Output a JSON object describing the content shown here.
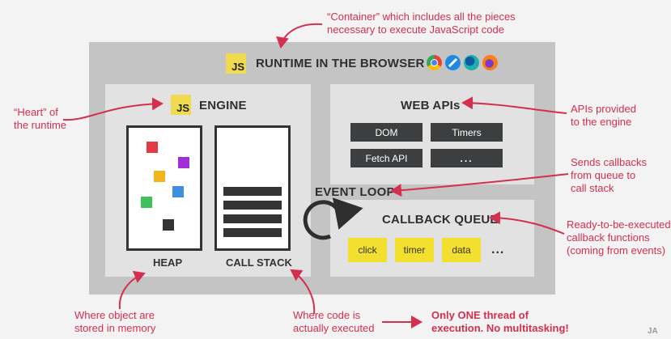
{
  "colors": {
    "accent": "#d32f4f",
    "js_yellow": "#f0db4f",
    "api_box": "#3c3e40",
    "queue_item": "#f3df2e"
  },
  "annotations": {
    "container_line1": "“Container” which includes all the pieces",
    "container_line2": "necessary to execute JavaScript code",
    "heart_line1": "“Heart” of",
    "heart_line2": "the runtime",
    "apis_line1": "APIs provided",
    "apis_line2": "to the engine",
    "sends_line1": "Sends callbacks",
    "sends_line2": "from queue to",
    "sends_line3": "call stack",
    "ready_line1": "Ready-to-be-executed",
    "ready_line2": "callback functions",
    "ready_line3": "(coming from events)",
    "heap_note_line1": "Where object are",
    "heap_note_line2": "stored in memory",
    "stack_note_line1": "Where code is",
    "stack_note_line2": "actually executed",
    "thread_line1": "Only ONE thread of",
    "thread_line2": "execution. No multitasking!"
  },
  "runtime": {
    "logo": "JS",
    "title": "RUNTIME IN THE BROWSER",
    "browser_icons": [
      "chrome-icon",
      "safari-icon",
      "edge-icon",
      "firefox-icon"
    ]
  },
  "engine": {
    "logo": "JS",
    "title": "ENGINE",
    "heap_label": "HEAP",
    "stack_label": "CALL STACK"
  },
  "heap_blocks": [
    "#e63946",
    "#a12fd6",
    "#f3b51c",
    "#3f8fe0",
    "#3fc05a",
    "#333333"
  ],
  "web_apis": {
    "title": "WEB APIs",
    "items": [
      "DOM",
      "Timers",
      "Fetch API",
      "..."
    ]
  },
  "event_loop": {
    "label": "EVENT LOOP"
  },
  "callback_queue": {
    "title": "CALLBACK QUEUE",
    "items": [
      "click",
      "timer",
      "data"
    ],
    "more": "..."
  },
  "watermark": "JA"
}
